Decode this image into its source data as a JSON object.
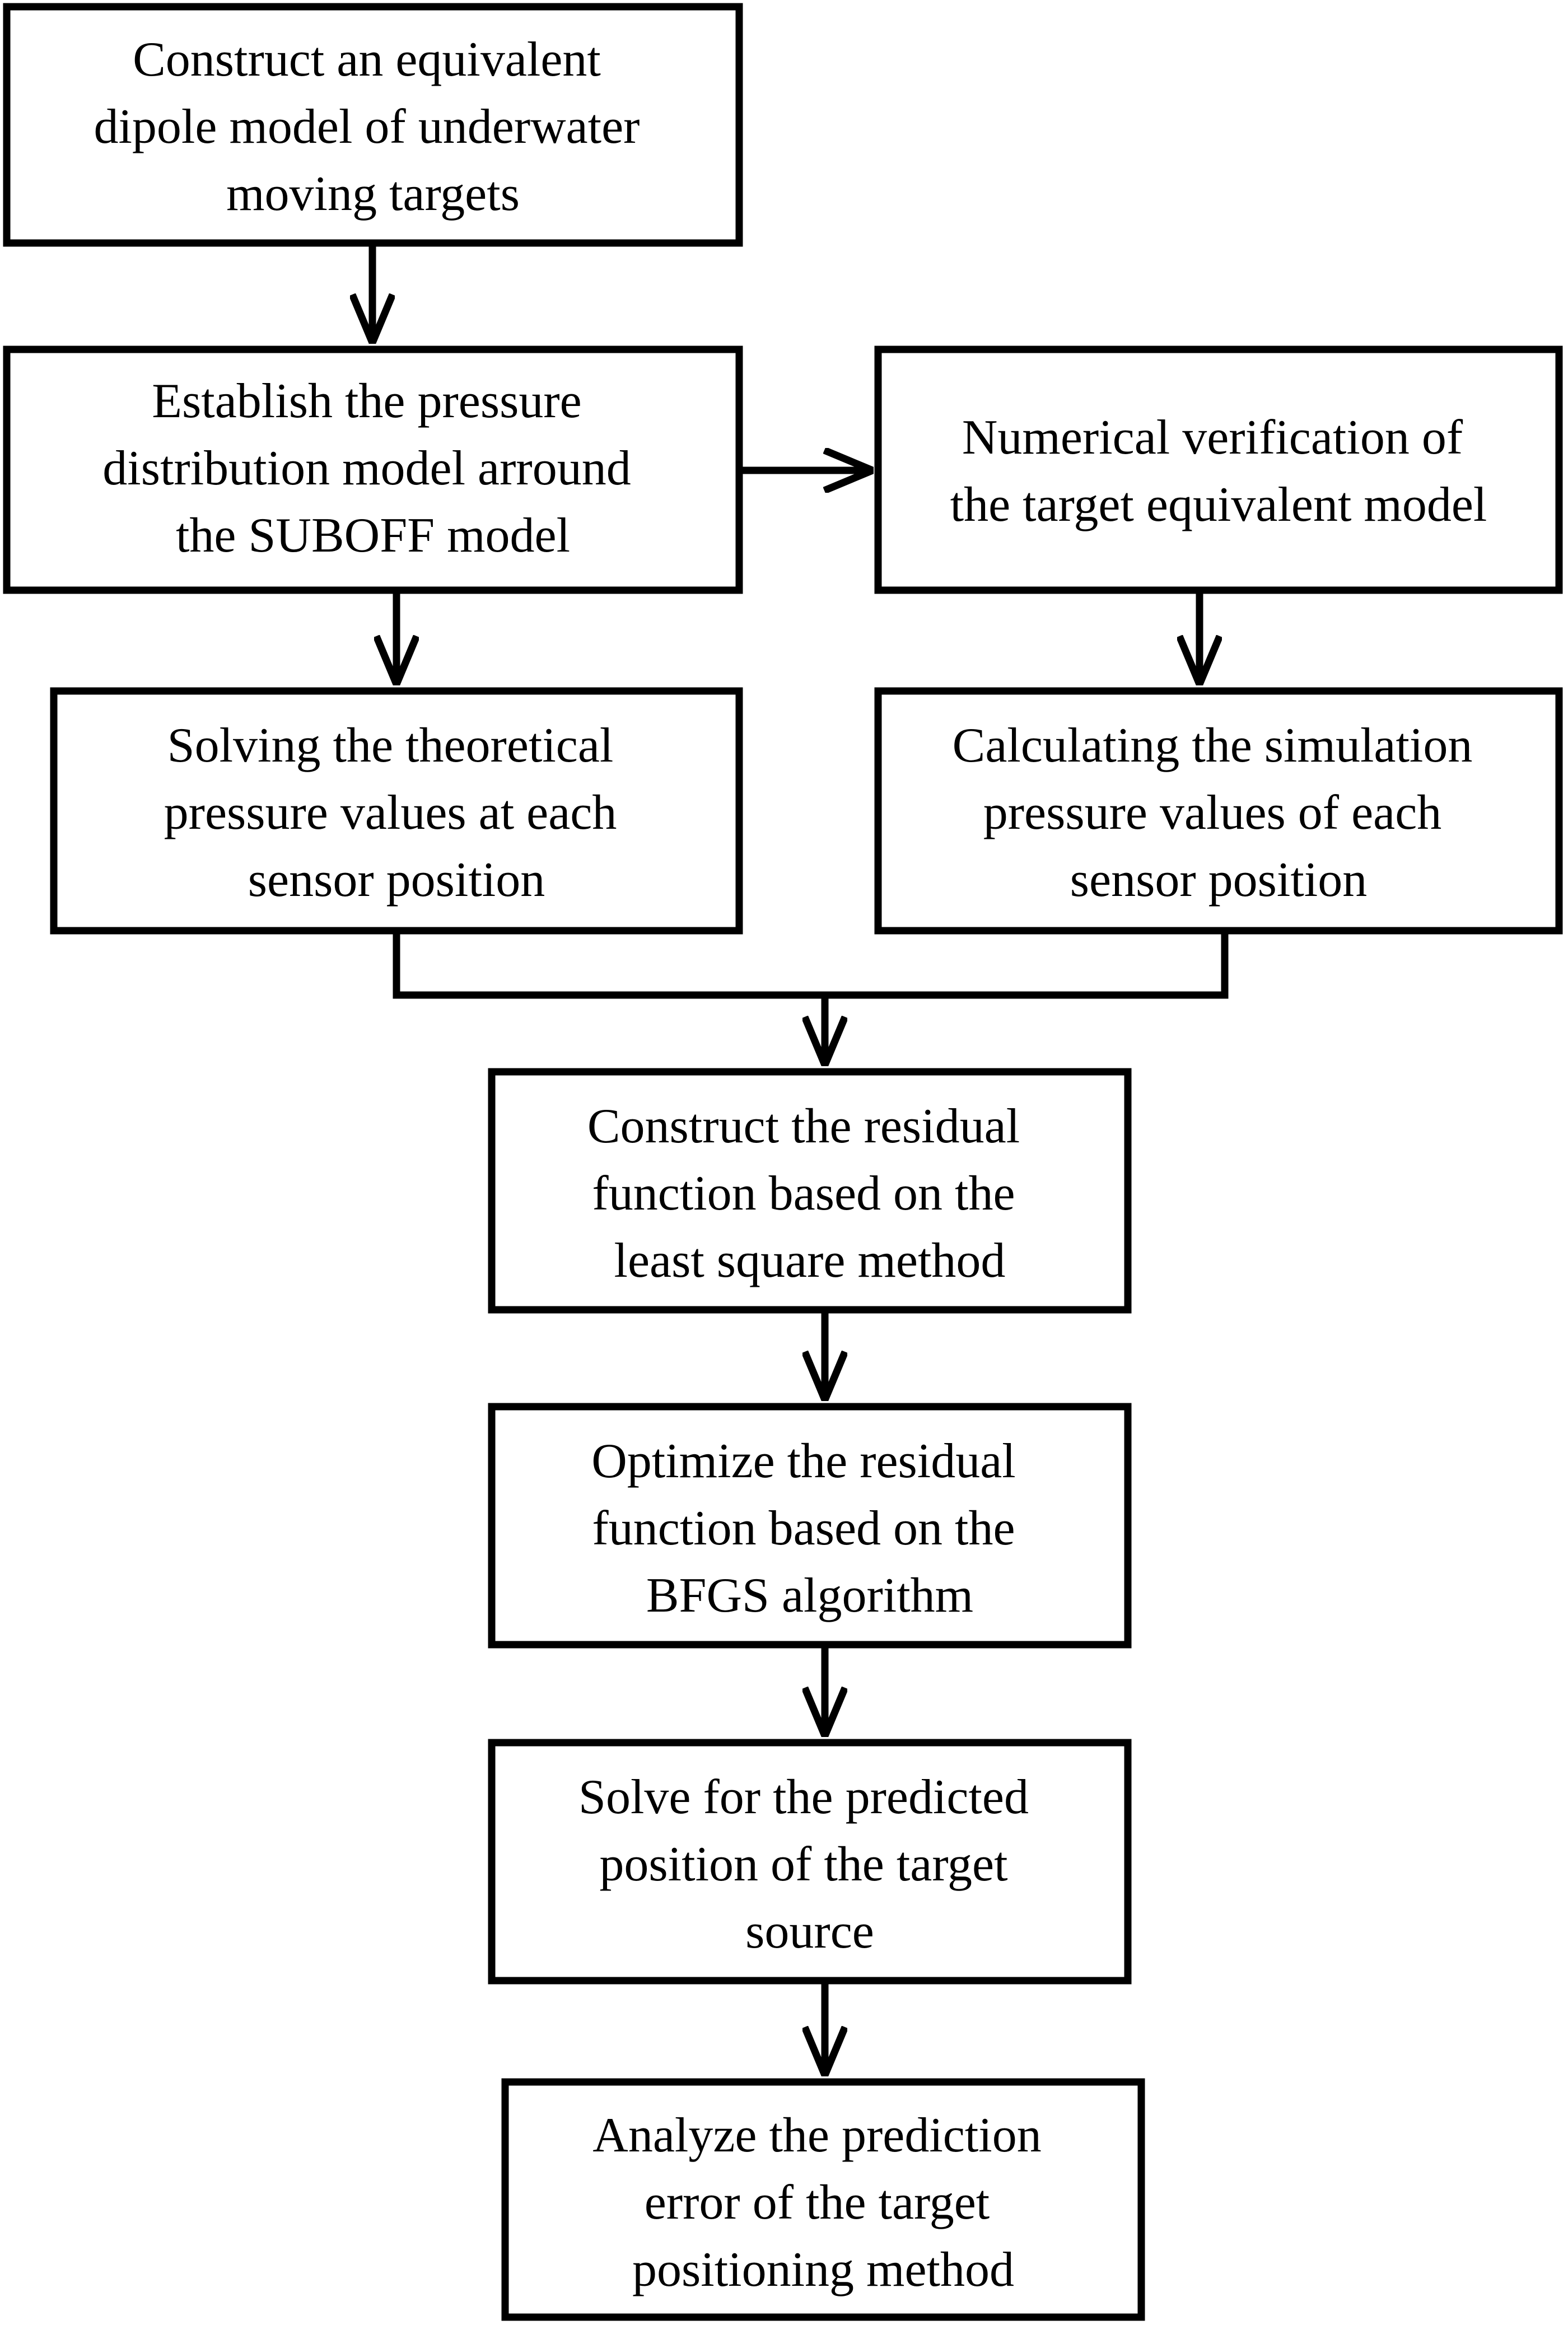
{
  "nodes": {
    "n1": [
      "Construct an equivalent",
      "dipole model of underwater",
      "moving targets"
    ],
    "n2": [
      "Establish the  pressure",
      "distribution model arround",
      "the SUBOFF model"
    ],
    "n3": [
      "Numerical verification of",
      "the target equivalent model"
    ],
    "n4": [
      "Solving  the theoretical",
      "pressure values at each",
      "sensor position"
    ],
    "n5": [
      "Calculating the simulation",
      "pressure values of each",
      "sensor position"
    ],
    "n6": [
      "Construct the residual",
      "function based on the",
      "least square method"
    ],
    "n7": [
      "Optimize the residual",
      "function based on the",
      "BFGS algorithm"
    ],
    "n8": [
      "Solve for the predicted",
      "position of the target",
      "source"
    ],
    "n9": [
      "Analyze the prediction",
      "error of the target",
      "positioning method"
    ]
  },
  "edges": [
    {
      "from": "n1",
      "to": "n2"
    },
    {
      "from": "n2",
      "to": "n3"
    },
    {
      "from": "n2",
      "to": "n4"
    },
    {
      "from": "n3",
      "to": "n5"
    },
    {
      "from": "n4",
      "to": "n6"
    },
    {
      "from": "n5",
      "to": "n6"
    },
    {
      "from": "n6",
      "to": "n7"
    },
    {
      "from": "n7",
      "to": "n8"
    },
    {
      "from": "n8",
      "to": "n9"
    }
  ]
}
